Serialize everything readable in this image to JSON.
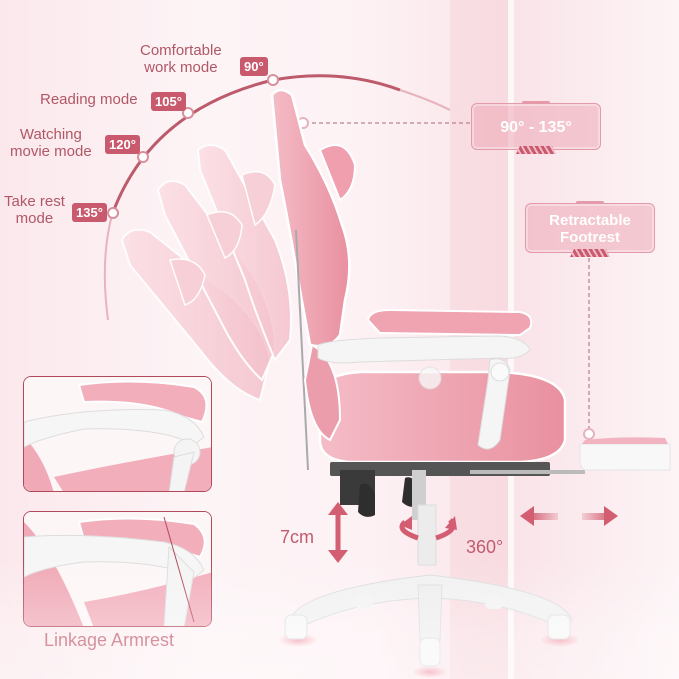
{
  "recline_modes": [
    {
      "label_line1": "Comfortable",
      "label_line2": "work mode",
      "angle": "90°"
    },
    {
      "label_line1": "Reading mode",
      "label_line2": "",
      "angle": "105°"
    },
    {
      "label_line1": "Watching",
      "label_line2": "movie mode",
      "angle": "120°"
    },
    {
      "label_line1": "Take rest",
      "label_line2": "mode",
      "angle": "135°"
    }
  ],
  "callouts": {
    "recline_range": "90° - 135°",
    "footrest_line1": "Retractable",
    "footrest_line2": "Footrest"
  },
  "insets": {
    "caption": "Linkage Armrest"
  },
  "metrics": {
    "height_adjust": "7cm",
    "swivel": "360°"
  },
  "colors": {
    "accent": "#c9596c",
    "text_accent": "#b05866",
    "chair_pink": "#f0a9b6",
    "chair_pink_light": "#f6cdd5",
    "chair_white": "#f4f4f4",
    "background": "#fdf2f4"
  }
}
